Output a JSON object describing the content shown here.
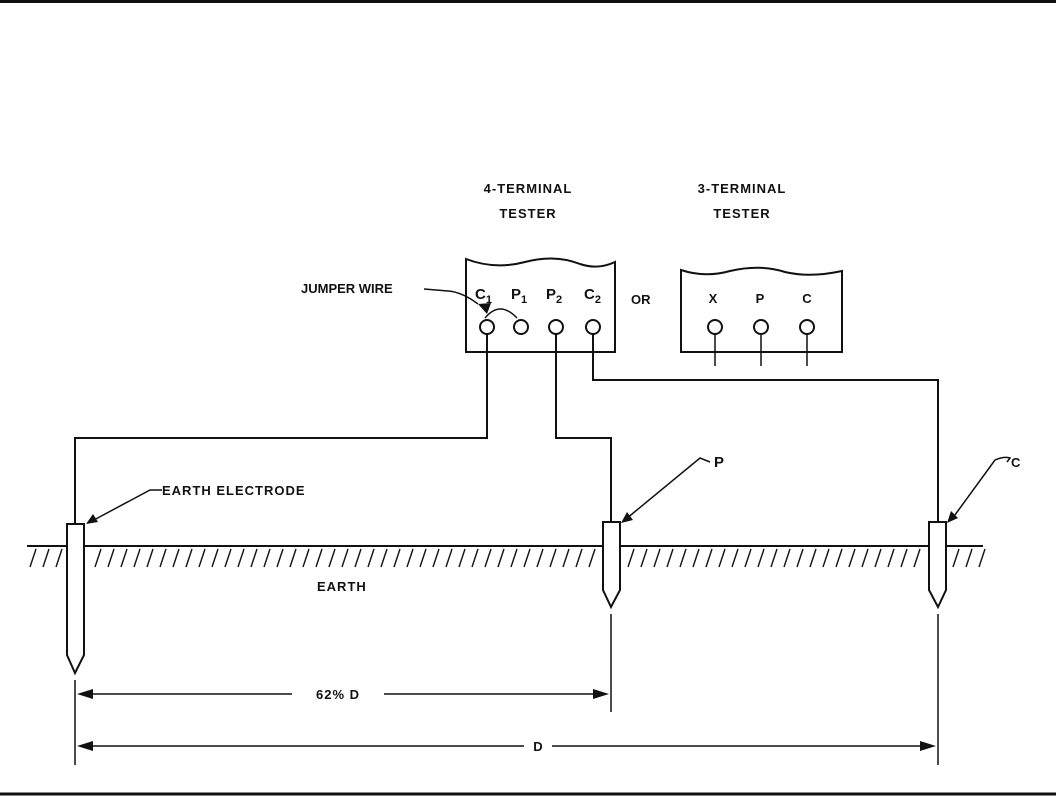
{
  "tester4": {
    "title_line1": "4-TERMINAL",
    "title_line2": "TESTER",
    "terminals": [
      {
        "main": "C",
        "sub": "1"
      },
      {
        "main": "P",
        "sub": "1"
      },
      {
        "main": "P",
        "sub": "2"
      },
      {
        "main": "C",
        "sub": "2"
      }
    ]
  },
  "or_label": "OR",
  "tester3": {
    "title_line1": "3-TERMINAL",
    "title_line2": "TESTER",
    "terminals": [
      "X",
      "P",
      "C"
    ]
  },
  "jumper_label": "JUMPER WIRE",
  "earth_electrode_label": "EARTH ELECTRODE",
  "earth_label": "EARTH",
  "probe_p_label": "P",
  "probe_c_label": "C",
  "dim_62": "62% D",
  "dim_d": "D"
}
